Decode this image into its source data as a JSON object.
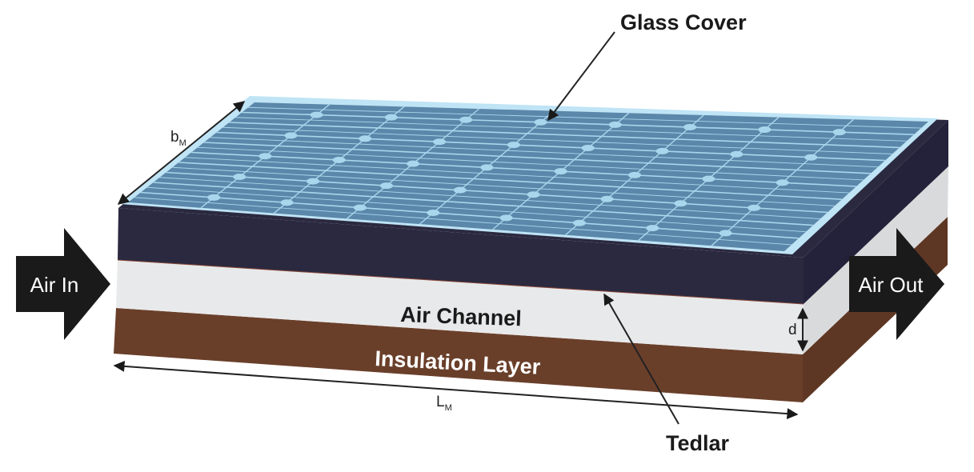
{
  "diagram": {
    "title": "PV/T air collector cross-section",
    "labels": {
      "glass_cover": "Glass Cover",
      "air_channel": "Air Channel",
      "insulation_layer": "Insulation Layer",
      "tedlar": "Tedlar",
      "air_in": "Air In",
      "air_out": "Air Out"
    },
    "dimensions": {
      "width": {
        "symbol": "b",
        "subscript": "M"
      },
      "length": {
        "symbol": "L",
        "subscript": "M"
      },
      "channel_depth": {
        "symbol": "d"
      }
    },
    "panel": {
      "cell_rows": 10,
      "cell_columns": 9
    },
    "colors": {
      "glass_frame": "#bfe4f5",
      "pv_cell": "#5b87aa",
      "cell_line": "#a9d6ec",
      "tedlar_dark": "#2b2940",
      "air_channel": "#e8e9ea",
      "insulation": "#6a3f2a",
      "arrow_fill": "#1a1a1a",
      "text": "#1a1a1a"
    }
  }
}
